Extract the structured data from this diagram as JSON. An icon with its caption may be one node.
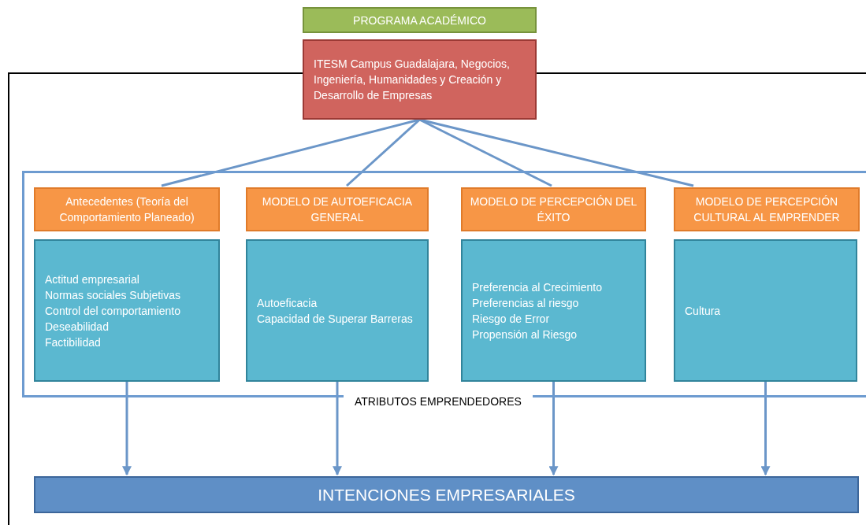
{
  "diagram": {
    "nodes": [
      {
        "text": [
          "PROGRAMA ACADÉMICO"
        ]
      },
      {
        "text": [
          "ITESM Campus Guadalajara, Negocios, Ingeniería, Humanidades y Creación y Desarrollo de Empresas"
        ]
      },
      {
        "text": [
          "ATRIBUTOS EMPRENDEDORES"
        ]
      },
      {
        "text": [
          "Antecedentes (Teoría del Comportamiento Planeado)"
        ],
        "in": 2
      },
      {
        "text": [
          "Actitud empresarial",
          "Normas sociales Subjetivas",
          "Control del comportamiento",
          "Deseabilidad",
          "Factibilidad"
        ],
        "in": 2
      },
      {
        "text": [
          "MODELO DE AUTOEFICACIA GENERAL"
        ],
        "in": 2
      },
      {
        "text": [
          "Autoeficacia",
          "Capacidad de Superar Barreras"
        ],
        "in": 2
      },
      {
        "text": [
          "MODELO DE PERCEPCIÓN DEL ÉXITO"
        ],
        "in": 2
      },
      {
        "text": [
          "Preferencia al Crecimiento",
          "Preferencias al riesgo",
          "Riesgo de Error",
          "Propensión al Riesgo"
        ],
        "in": 2
      },
      {
        "text": [
          "MODELO DE PERCEPCIÓN CULTURAL AL EMPRENDER"
        ],
        "in": 2
      },
      {
        "text": [
          "Cultura"
        ],
        "in": 2
      },
      {
        "text": [
          "INTENCIONES EMPRESARIALES"
        ]
      }
    ],
    "edges": [
      {
        "from": 1,
        "to": 3,
        "arrow": "none"
      },
      {
        "from": 1,
        "to": 5,
        "arrow": "none"
      },
      {
        "from": 1,
        "to": 7,
        "arrow": "none"
      },
      {
        "from": 1,
        "to": 9,
        "arrow": "none"
      },
      {
        "from": 4,
        "to": 11,
        "arrow": "to"
      },
      {
        "from": 6,
        "to": 11,
        "arrow": "to"
      },
      {
        "from": 8,
        "to": 11,
        "arrow": "to"
      },
      {
        "from": 10,
        "to": 11,
        "arrow": "to"
      }
    ]
  }
}
